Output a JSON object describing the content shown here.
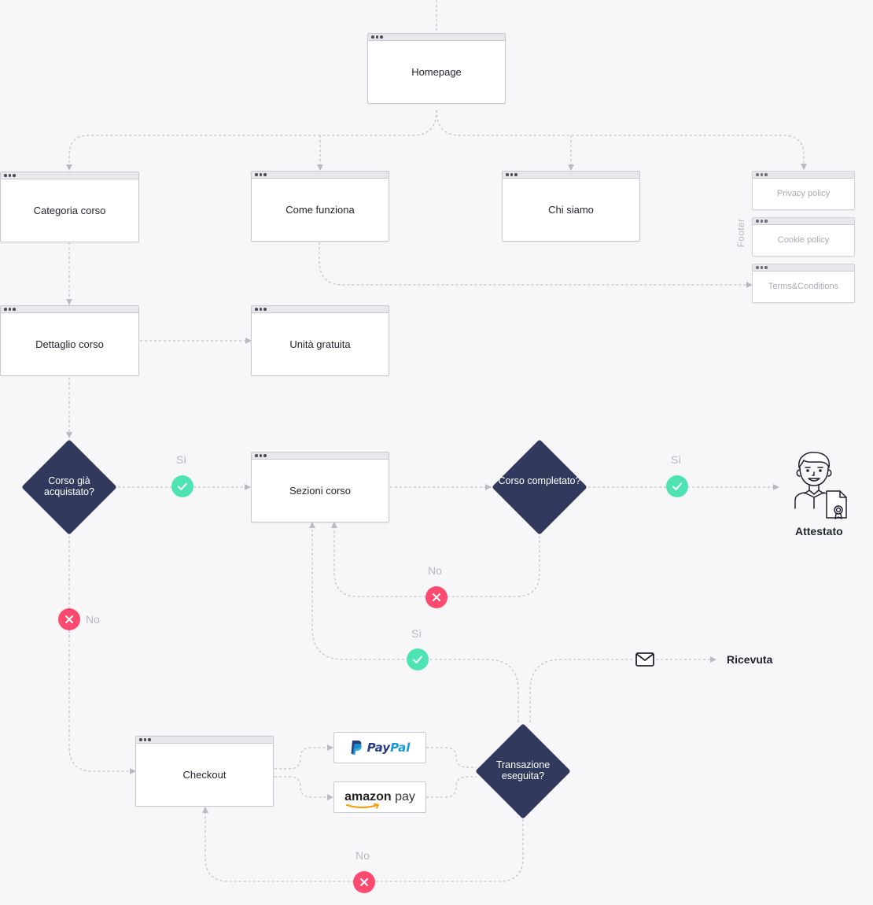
{
  "pages": {
    "homepage": "Homepage",
    "categoria": "Categoria corso",
    "come_funziona": "Come funziona",
    "chi_siamo": "Chi siamo",
    "privacy": "Privacy policy",
    "cookie": "Cookie policy",
    "terms": "Terms&Conditions",
    "dettaglio": "Dettaglio corso",
    "unita": "Unità gratuita",
    "sezioni": "Sezioni corso",
    "checkout": "Checkout"
  },
  "footer_label": "Footer",
  "decisions": {
    "acquistato": "Corso già acquistato?",
    "completato": "Corso completato?",
    "transazione": "Transazione eseguita?"
  },
  "edges": {
    "si": "Sì",
    "no": "No"
  },
  "terminals": {
    "attestato": "Attestato",
    "ricevuta": "Ricevuta"
  },
  "payments": {
    "paypal_a": "Pay",
    "paypal_b": "Pal",
    "amazon_a": "amazon",
    "amazon_b": "pay"
  },
  "colors": {
    "decision": "#313a5c",
    "success": "#4fe3b3",
    "failure": "#ff4a6f",
    "connector": "#c2c4cc"
  },
  "icons": [
    "check-icon",
    "cross-icon",
    "envelope-icon",
    "graduate-certificate-icon",
    "paypal-logo-icon",
    "amazon-smile-icon"
  ]
}
